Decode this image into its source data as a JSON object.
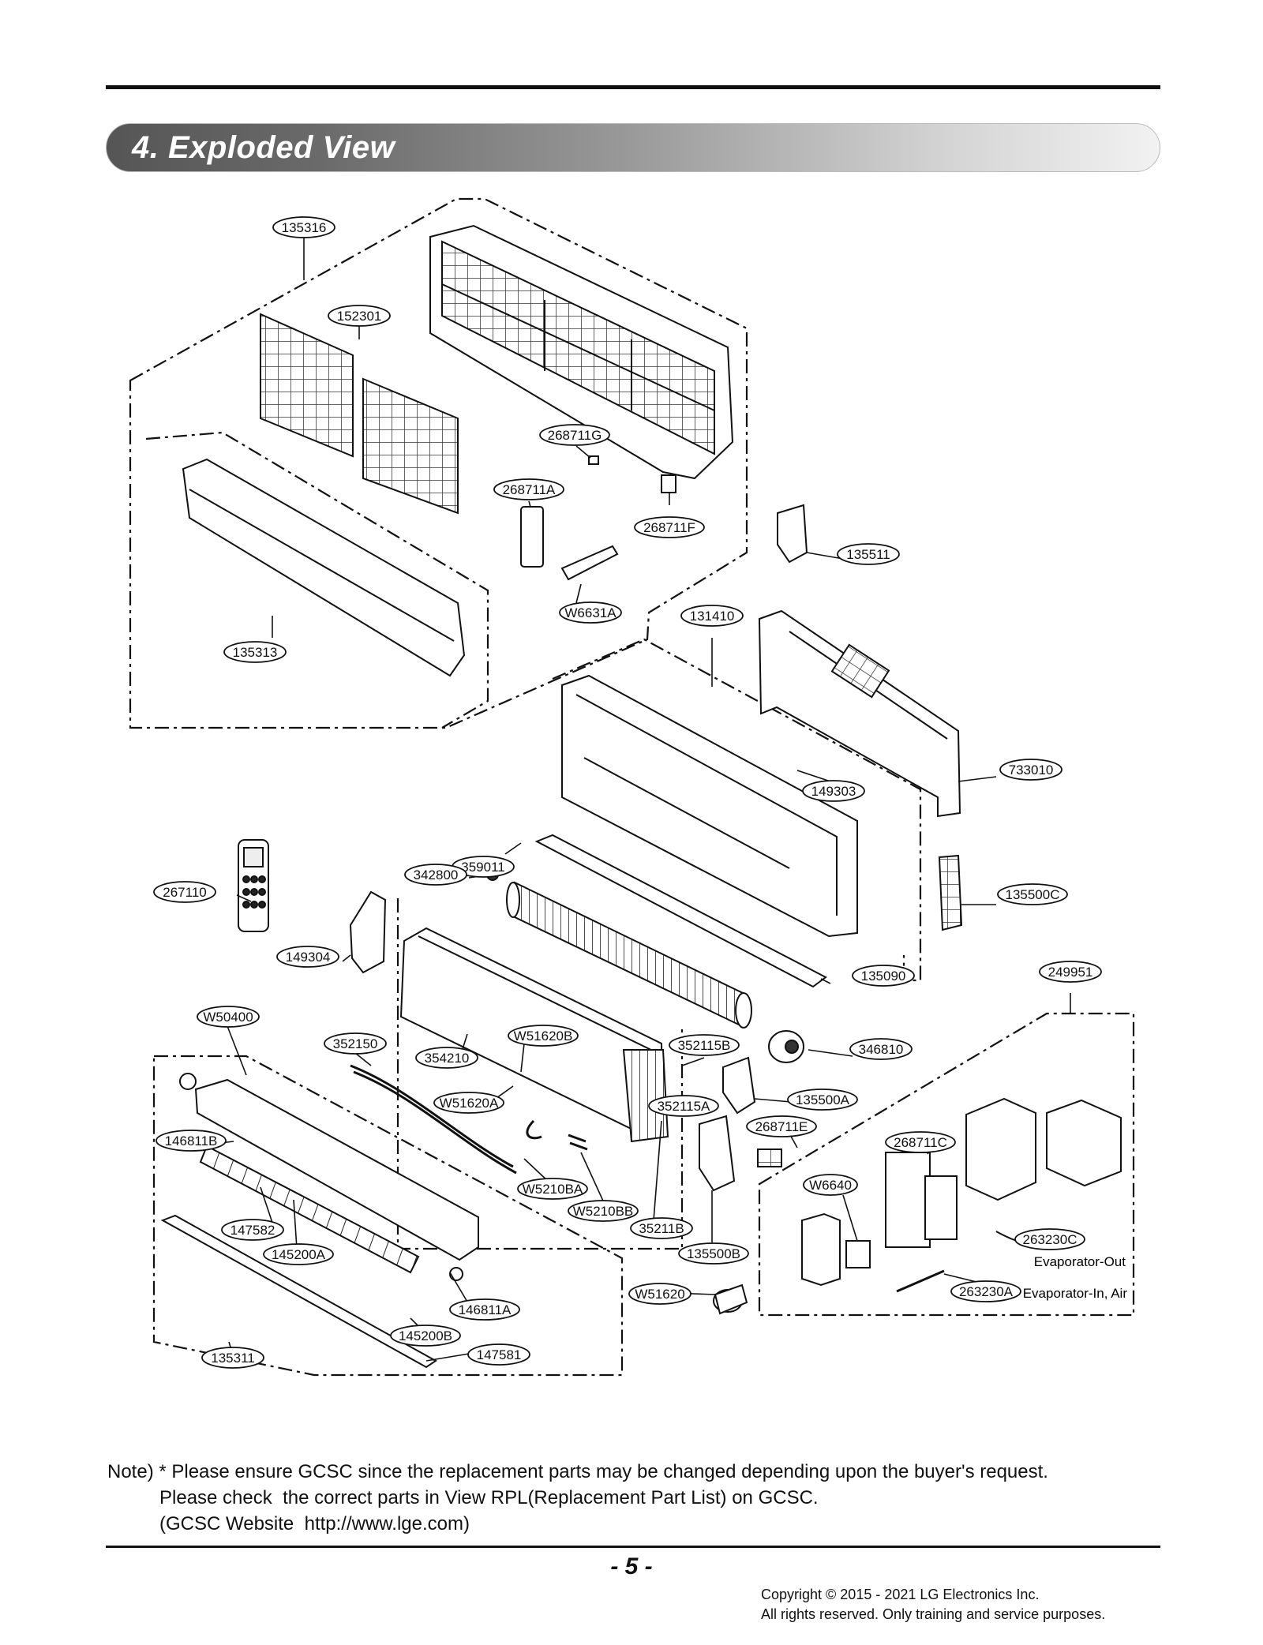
{
  "page": {
    "section_title": "4. Exploded View",
    "page_number": "- 5 -",
    "note": {
      "line1": "Note) * Please ensure GCSC since the replacement parts may be changed depending upon the buyer's request.",
      "line2": "Please check  the correct parts in View RPL(Replacement Part List) on GCSC.",
      "line3": "(GCSC Website  http://www.lge.com)"
    },
    "copyright": {
      "line1": "Copyright © 2015 - 2021 LG Electronics Inc.",
      "line2": "All rights reserved. Only training and service purposes."
    }
  },
  "parts": [
    "135316",
    "152301",
    "268711G",
    "268711A",
    "268711F",
    "135511",
    "W6631A",
    "135313",
    "131410",
    "733010",
    "149303",
    "359011",
    "342800",
    "267110",
    "135500C",
    "149304",
    "135090",
    "249951",
    "W50400",
    "352150",
    "W51620B",
    "354210",
    "352115B",
    "346810",
    "W51620A",
    "352115A",
    "135500A",
    "146811B",
    "268711E",
    "268711C",
    "W6640",
    "W5210BA",
    "W5210BB",
    "147582",
    "35211B",
    "263230C",
    "145200A",
    "135500B",
    "W51620",
    "263230A",
    "146811A",
    "145200B",
    "147581",
    "135311"
  ],
  "annotations": {
    "evaporator_out": "Evaporator-Out",
    "evaporator_in_air": "Evaporator-In, Air"
  }
}
